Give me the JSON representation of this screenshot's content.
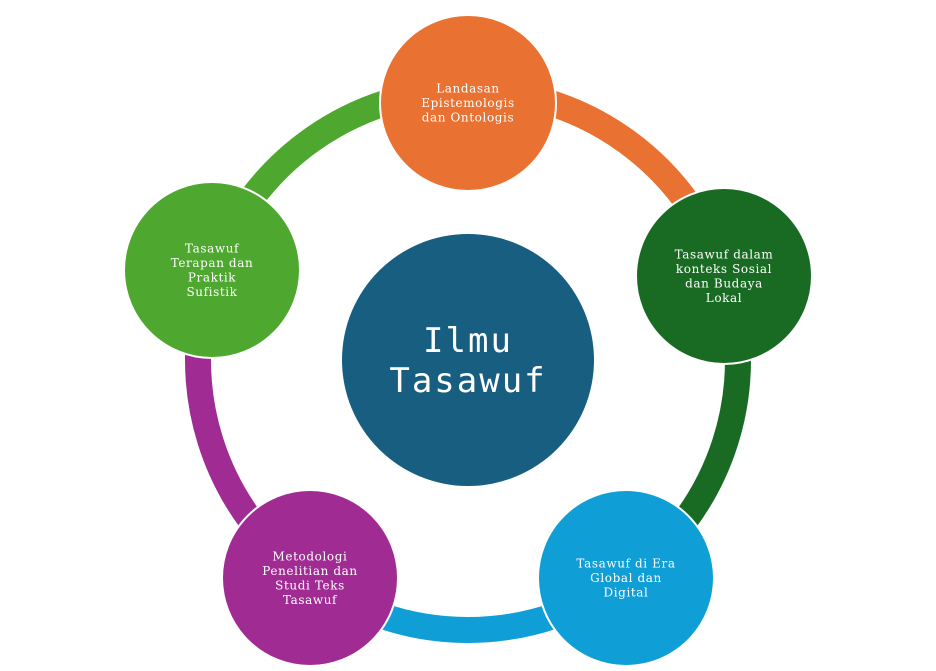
{
  "center": {
    "lines": [
      "Ilmu",
      "Tasawuf"
    ],
    "color": "#175e80"
  },
  "nodes": [
    {
      "id": "epistemologi",
      "lines": [
        "Landasan",
        "Epistemologis",
        "dan Ontologis"
      ],
      "color": "#e97132"
    },
    {
      "id": "sosial-budaya",
      "lines": [
        "Tasawuf dalam",
        "konteks Sosial",
        "dan Budaya",
        "Lokal"
      ],
      "color": "#196b24"
    },
    {
      "id": "era-global",
      "lines": [
        "Tasawuf di Era",
        "Global dan",
        "Digital"
      ],
      "color": "#0f9ed5"
    },
    {
      "id": "metodologi",
      "lines": [
        "Metodologi",
        "Penelitian dan",
        "Studi Teks",
        "Tasawuf"
      ],
      "color": "#a02b93"
    },
    {
      "id": "terapan",
      "lines": [
        "Tasawuf",
        "Terapan dan",
        "Praktik",
        "Sufistik"
      ],
      "color": "#4ea72e"
    }
  ]
}
